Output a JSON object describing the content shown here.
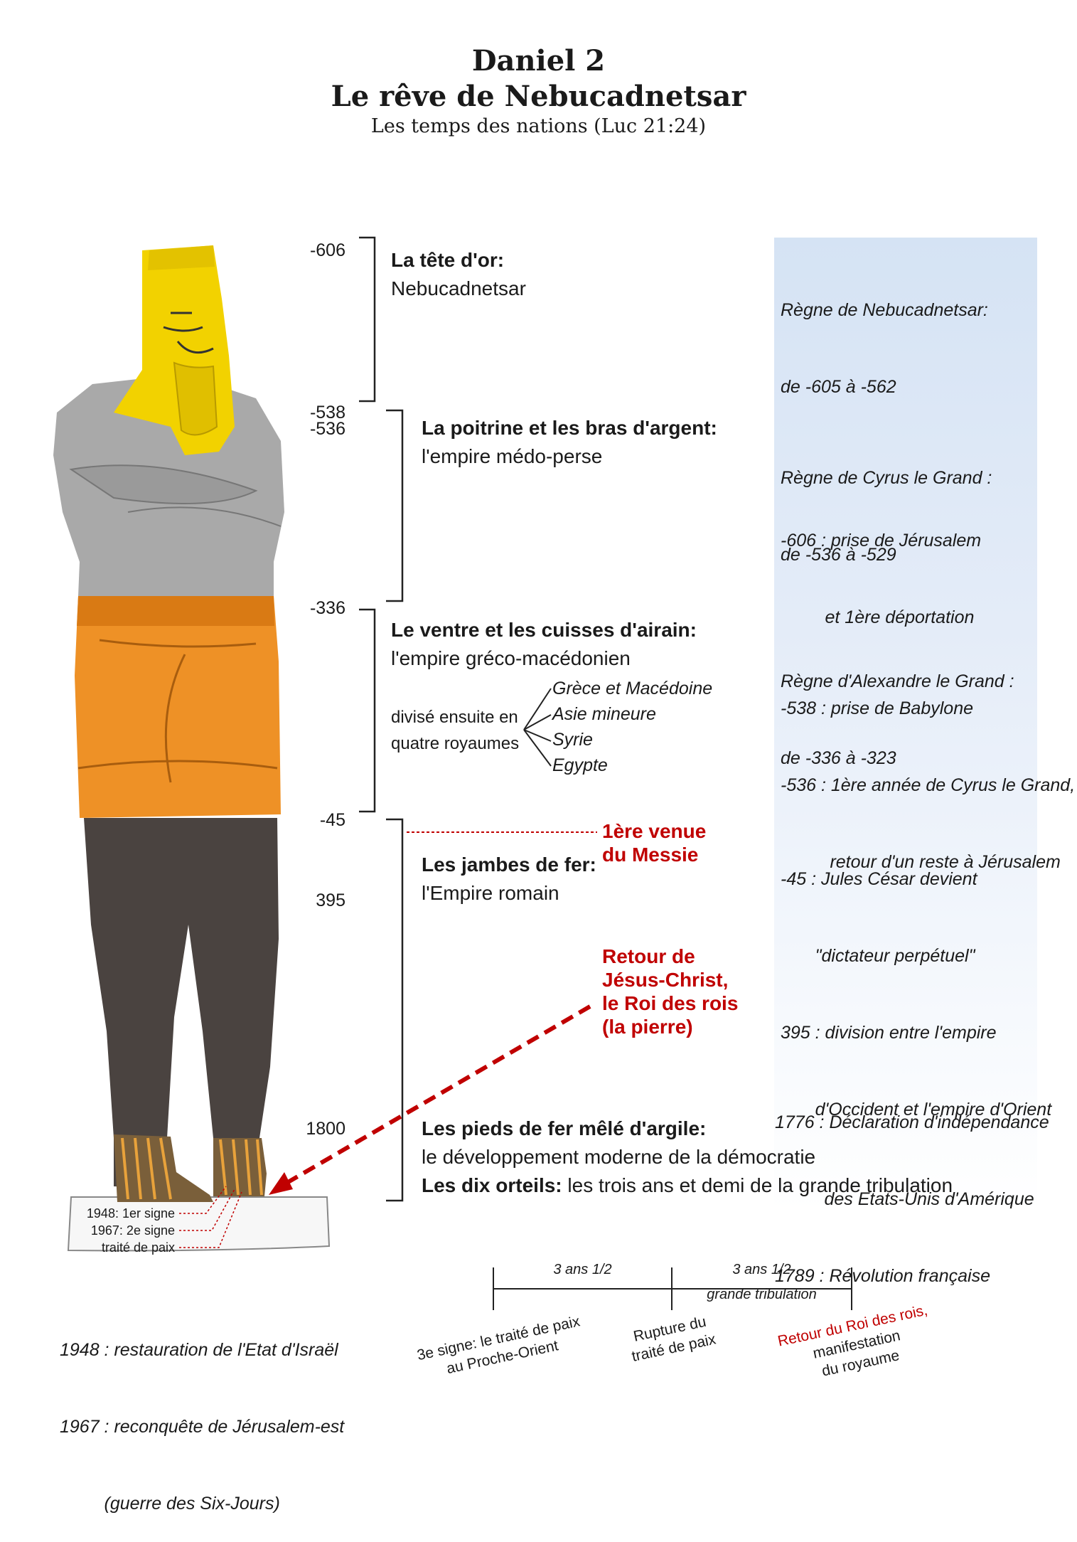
{
  "header": {
    "title_line1": "Daniel 2",
    "title_line2": "Le rêve de Nebucadnetsar",
    "subtitle": "Les temps des nations (Luc 21:24)"
  },
  "dates": [
    "-606",
    "-538",
    "-536",
    "-336",
    "-45",
    "395",
    "1800"
  ],
  "sections": {
    "gold": {
      "title": "La tête d'or:",
      "desc": "Nebucadnetsar"
    },
    "silver": {
      "title": "La poitrine et les bras d'argent:",
      "desc": "l'empire médo-perse"
    },
    "bronze": {
      "title": "Le ventre et les cuisses d'airain:",
      "desc": "l'empire gréco-macédonien"
    },
    "divided_line1": "divisé ensuite en",
    "divided_line2": "quatre royaumes",
    "kingdoms": [
      "Grèce et Macédoine",
      "Asie mineure",
      "Syrie",
      "Egypte"
    ],
    "iron": {
      "title": "Les jambes de fer:",
      "desc": "l'Empire romain"
    },
    "feet": {
      "title": "Les pieds de fer mêlé d'argile:",
      "desc": "le développement moderne de la démocratie"
    },
    "toes": {
      "title": "Les dix orteils:",
      "desc": "les trois ans et demi de la grande tribulation"
    }
  },
  "messiah": {
    "line1": "1ère venue",
    "line2": "du Messie"
  },
  "return": {
    "line1": "Retour de",
    "line2": "Jésus-Christ,",
    "line3": "le Roi des rois",
    "line4": "(la pierre)"
  },
  "history": {
    "n1": "Règne de Nebucadnetsar:",
    "n2": "de -605 à -562",
    "n3": "-606 : prise de Jérusalem",
    "n4": "         et 1ère déportation",
    "c1": "Règne de Cyrus le Grand :",
    "c2": "de -536 à -529",
    "c3": "-538 : prise de Babylone",
    "c4": "-536 : 1ère année de Cyrus le Grand,",
    "c5": "          retour d'un reste à Jérusalem",
    "a1": "Règne d'Alexandre le Grand :",
    "a2": "de -336 à -323",
    "r1": "-45 : Jules César devient",
    "r2": "       \"dictateur perpétuel\"",
    "r3": "395 : division entre l'empire",
    "r4": "       d'Occident et l'empire d'Orient",
    "m1": "1776 : Déclaration d'indépendance",
    "m2": "          des Etats-Unis d'Amérique",
    "m3": "1789 : Révolution française"
  },
  "base": {
    "s1": "1948: 1er signe",
    "s2": "1967: 2e signe",
    "s3": "traité de paix"
  },
  "israel": {
    "l1": "1948 : restauration de l'Etat d'Israël",
    "l2": "1967 : reconquête de Jérusalem-est",
    "l3": "         (guerre des Six-Jours)"
  },
  "tribulation": {
    "first_half": "3 ans 1/2",
    "second_half": "3 ans 1/2",
    "label": "grande tribulation",
    "start_l1": "3e signe: le traité de paix",
    "start_l2": "au Proche-Orient",
    "mid_l1": "Rupture du",
    "mid_l2": "traité de paix",
    "end_l1": "Retour du Roi des rois,",
    "end_l2": "manifestation",
    "end_l3": "du royaume"
  },
  "colors": {
    "gold": "#f2d200",
    "silver": "#a9a9a9",
    "bronze": "#ee9126",
    "iron": "#4a4340",
    "red": "#c00000",
    "panel": "#d5e3f4"
  }
}
